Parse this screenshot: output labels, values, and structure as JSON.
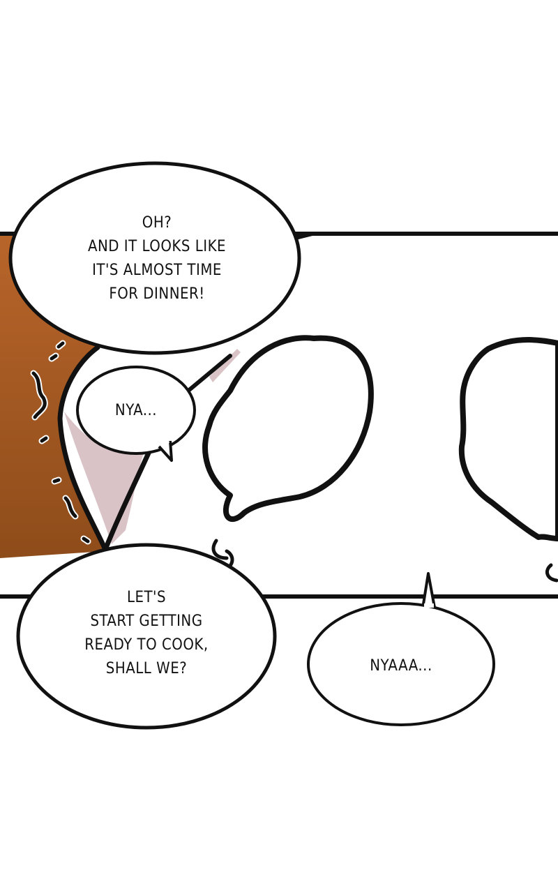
{
  "colors": {
    "panel_border": "#111111",
    "background_brown": "#a85a1e",
    "shadow_pink": "#d9c3c6",
    "bubble_fill": "#ffffff"
  },
  "bubbles": {
    "dinner": {
      "lines": [
        "OH?",
        "AND IT LOOKS LIKE",
        "IT'S ALMOST TIME",
        "FOR DINNER!"
      ]
    },
    "nya_small": {
      "lines": [
        "NYA..."
      ]
    },
    "cook": {
      "lines": [
        "LET'S",
        "START GETTING",
        "READY TO COOK,",
        "SHALL WE?"
      ]
    },
    "nyaaa": {
      "lines": [
        "NYAAA..."
      ]
    }
  }
}
